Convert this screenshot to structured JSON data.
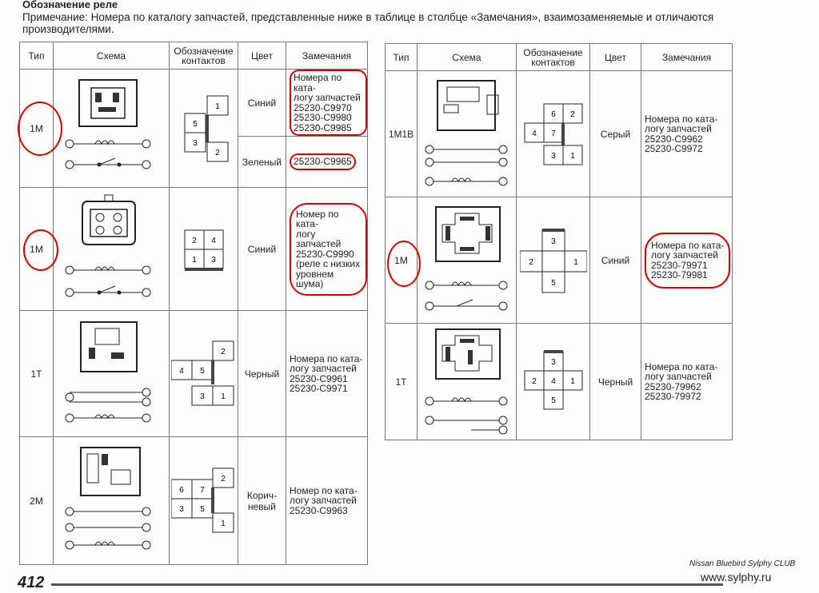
{
  "heading": "Обозначение реле",
  "note": "Примечание: Номера по каталогу запчастей, представленные ниже в таблице в столбце «Замечания», взаимозаменяемые и отличаются производителями.",
  "headers": {
    "type": "Тип",
    "scheme": "Схема",
    "contacts": "Обозначение контактов",
    "color": "Цвет",
    "remarks": "Замечания"
  },
  "left_rows": [
    {
      "type": "1M",
      "color1": "Синий",
      "remarks1": [
        "Номера по ката-",
        "логу запчастей",
        "25230-C9970",
        "25230-C9980",
        "25230-C9985"
      ],
      "color2": "Зеленый",
      "remarks2": "25230-C9965"
    },
    {
      "type": "1M",
      "color": "Синий",
      "remarks": [
        "Номер по ката-",
        "логу запчастей",
        "25230-C9990",
        "(реле с низких",
        "уровнем шума)"
      ]
    },
    {
      "type": "1T",
      "color": "Черный",
      "remarks": [
        "Номера по ката-",
        "логу запчастей",
        "25230-C9961",
        "25230-C9971"
      ]
    },
    {
      "type": "2M",
      "color": "Коричневый",
      "color_line1": "Корич-",
      "color_line2": "невый",
      "remarks": [
        "Номер по ката-",
        "логу запчастей",
        "25230-C9963"
      ]
    }
  ],
  "right_rows": [
    {
      "type": "1M1B",
      "color": "Серый",
      "remarks": [
        "Номера по ката-",
        "логу запчастей",
        "25230-C9962",
        "25230-C9972"
      ]
    },
    {
      "type": "1M",
      "color": "Синий",
      "remarks": [
        "Номера по ката-",
        "логу запчастей",
        "25230-79971",
        "25230-79981"
      ]
    },
    {
      "type": "1T",
      "color": "Черный",
      "remarks": [
        "Номера по ката-",
        "логу запчастей",
        "25230-79962",
        "25230-79972"
      ]
    }
  ],
  "pin_labels": {
    "l1": [
      "1",
      "5",
      "3",
      "2"
    ],
    "l2": [
      "2",
      "4",
      "1",
      "3"
    ],
    "l3": [
      "2",
      "4",
      "5",
      "3",
      "1"
    ],
    "l4": [
      "2",
      "6",
      "7",
      "3",
      "5",
      "1"
    ],
    "r1": [
      "6",
      "2",
      "4",
      "7",
      "3",
      "1"
    ],
    "r2": [
      "3",
      "2",
      "1",
      "5"
    ],
    "r3": [
      "3",
      "2",
      "4",
      "1",
      "5"
    ]
  },
  "footer": {
    "page": "412",
    "club": "Nissan Bluebird Sylphy CLUB",
    "url": "www.sylphy.ru"
  },
  "colors": {
    "annotation": "#d40000",
    "ink": "#222222",
    "grid": "#777777"
  }
}
